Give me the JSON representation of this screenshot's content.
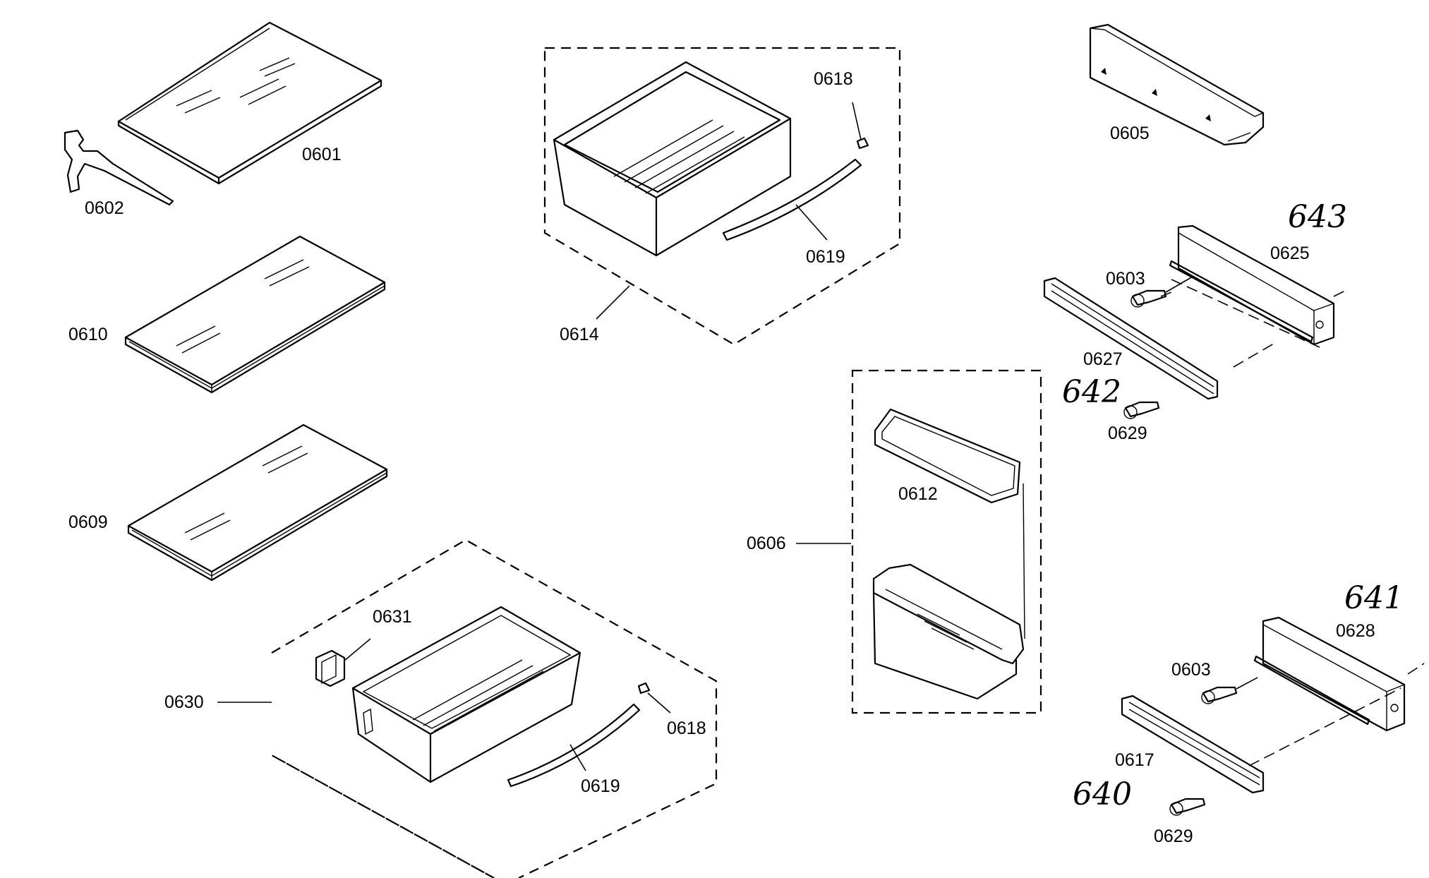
{
  "diagram": {
    "part_labels": {
      "p0601": "0601",
      "p0602": "0602",
      "p0610": "0610",
      "p0609": "0609",
      "p0614": "0614",
      "p0618a": "0618",
      "p0619a": "0619",
      "p0605": "0605",
      "p0625": "0625",
      "p0603a": "0603",
      "p0627": "0627",
      "p0629a": "0629",
      "p0612": "0612",
      "p0606": "0606",
      "p0631": "0631",
      "p0630": "0630",
      "p0618b": "0618",
      "p0619b": "0619",
      "p0628": "0628",
      "p0603b": "0603",
      "p0617": "0617",
      "p0629b": "0629"
    },
    "handwritten": {
      "h643": "643",
      "h642": "642",
      "h641": "641",
      "h640": "640"
    }
  }
}
